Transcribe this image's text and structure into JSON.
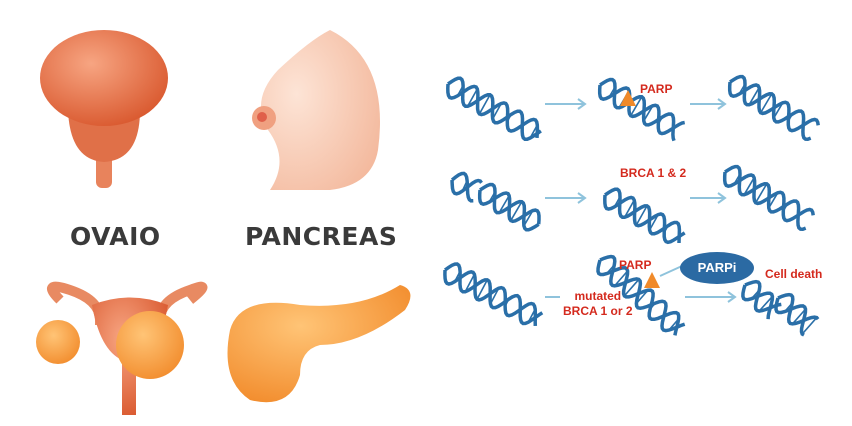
{
  "labels": {
    "ovary": "OVAIO",
    "pancreas": "PANCREAS"
  },
  "diagram": {
    "row1": {
      "enzyme": "PARP"
    },
    "row2": {
      "enzyme": "BRCA 1 & 2"
    },
    "row3": {
      "enzyme": "PARP",
      "mutation_line1": "mutated",
      "mutation_line2": "BRCA 1 or 2",
      "inhibitor": "PARPi",
      "outcome": "Cell death"
    }
  },
  "colors": {
    "dna": "#2a6fa8",
    "arrow": "#8fc3dc",
    "label_red": "#d42a1e",
    "organ": "#ec7a4e",
    "triangle": "#f08a2a"
  }
}
